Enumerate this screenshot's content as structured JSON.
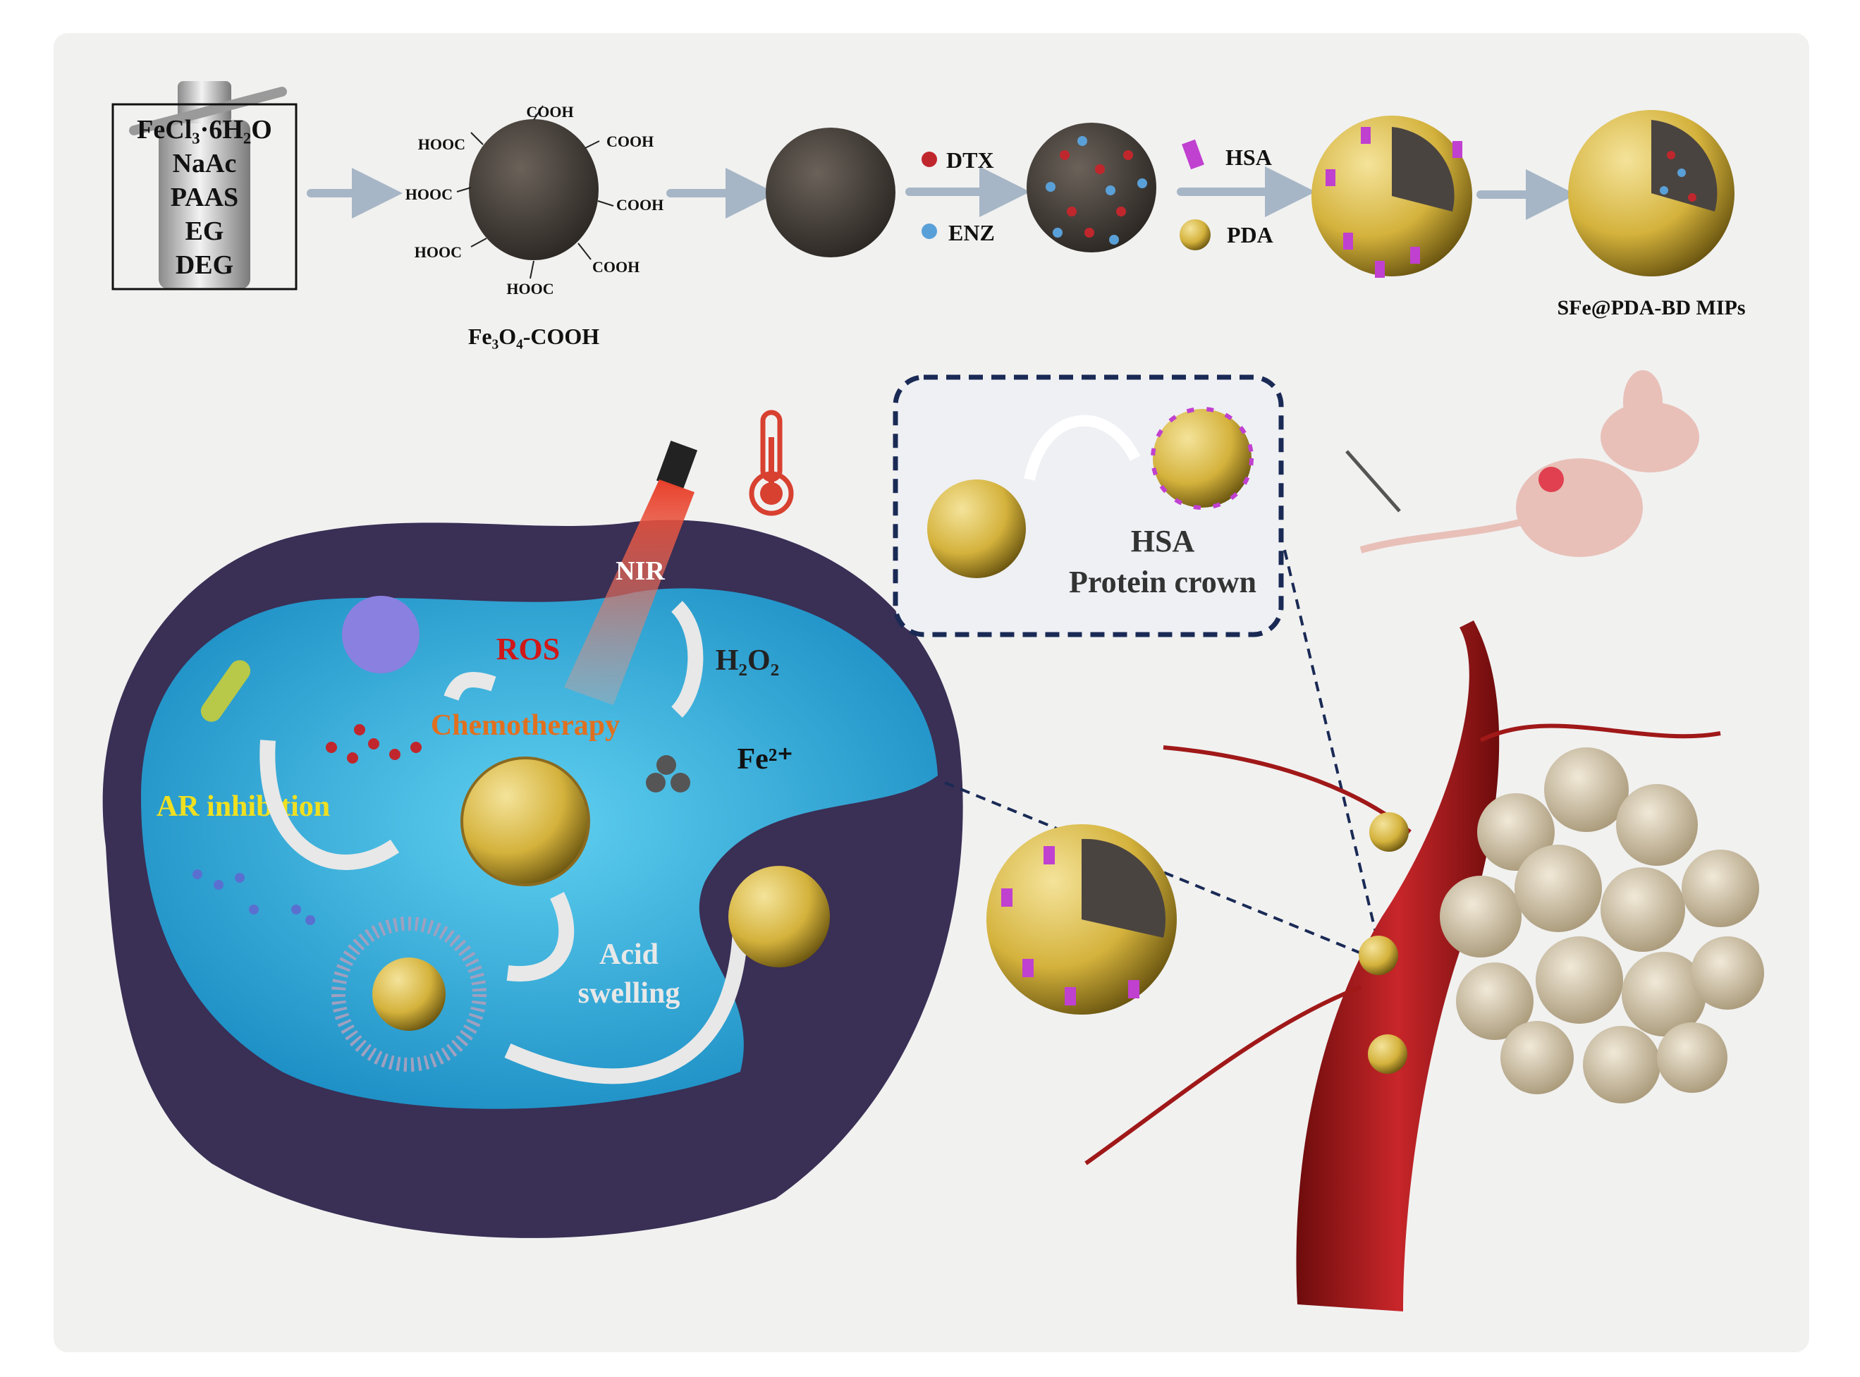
{
  "synthesis": {
    "reagents": [
      "FeCl₃·6H₂O",
      "NaAc",
      "PAAS",
      "EG",
      "DEG"
    ],
    "fe3o4_groups": {
      "cooh": "COOH",
      "hooc": "HOOC"
    },
    "fe3o4_label": "Fe₃O₄-COOH",
    "drug_legend": {
      "dtx": "DTX",
      "enz": "ENZ"
    },
    "coating_legend": {
      "hsa": "HSA",
      "pda": "PDA"
    },
    "product_label": "SFe@PDA-BD MIPs"
  },
  "cell": {
    "nir": "NIR",
    "ros": "ROS",
    "h2o2": "H₂O₂",
    "chemotherapy": "Chemotherapy",
    "fe2": "Fe²⁺",
    "ar_inhibition": "AR inhibition",
    "acid_swelling_line1": "Acid",
    "acid_swelling_line2": "swelling"
  },
  "protein_crown_box": {
    "line1": "HSA",
    "line2": "Protein crown"
  },
  "colors": {
    "dtx": "#c0272d",
    "enz": "#5aa0d8",
    "hsa": "#c040d0",
    "pda_gold": "#d8b840",
    "cell_membrane": "#3a2f55",
    "cytoplasm": "#2aa8d8",
    "vessel": "#b01c1c",
    "tumor": "#d9cdb5",
    "accent_text_yellow": "#f0e020",
    "accent_text_orange": "#e07020",
    "accent_text_red": "#d01818"
  }
}
